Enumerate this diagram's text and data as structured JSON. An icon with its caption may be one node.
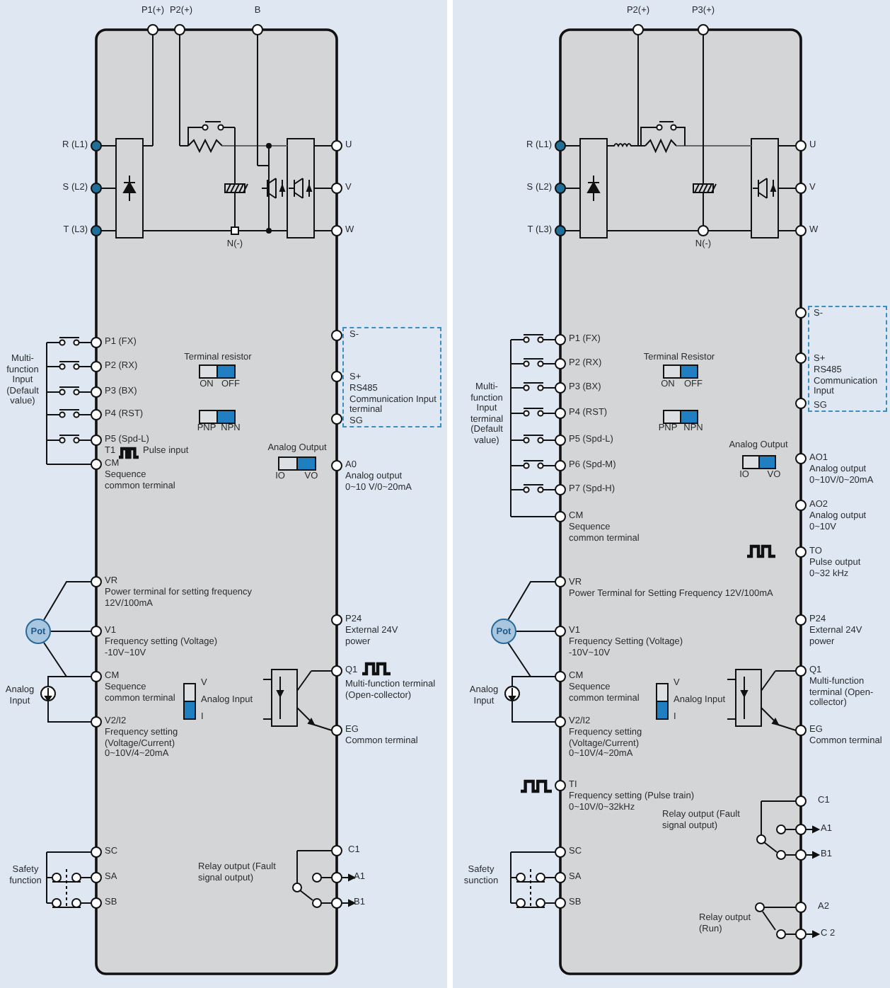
{
  "diagram": {
    "nodes": [
      {
        "text": [
          "Pot"
        ]
      },
      {
        "text": [
          "S-",
          "S+",
          "RS485 Communication Input terminal",
          "SG"
        ]
      },
      {
        "text": [
          "Pot"
        ]
      },
      {
        "text": [
          "S-",
          "S+",
          "RS485 Communication Input",
          "SG"
        ]
      }
    ],
    "labels": [
      "P1(+)",
      "P2(+)",
      "B",
      "R (L1)",
      "S (L2)",
      "T (L3)",
      "U",
      "V",
      "W",
      "N(-)",
      "P1 (FX)",
      "P2 (RX)",
      "P3 (BX)",
      "P4 (RST)",
      "P5 (Spd-L)",
      "T1",
      "Pulse input",
      "Multi-function Input (Default value)",
      "Terminal resistor",
      "ON",
      "OFF",
      "PNP",
      "NPN",
      "Analog Output",
      "IO",
      "VO",
      "CM",
      "Sequence common terminal",
      "A0",
      "Analog output 0~10 V/0~20mA",
      "VR",
      "Power terminal for setting frequency 12V/100mA",
      "V1",
      "Frequency setting (Voltage) -10V~10V",
      "P24",
      "External 24V power",
      "Analog Input",
      "CM",
      "Sequence common terminal",
      "Q1",
      "Multi-function terminal (Open-collector)",
      "V",
      "Analog Input",
      "I",
      "V2/I2",
      "Frequency setting (Voltage/Current) 0~10V/4~20mA",
      "EG",
      "Common terminal",
      "Safety function",
      "SC",
      "SA",
      "SB",
      "C1",
      "Relay output (Fault signal output)",
      "A1",
      "B1",
      "P2(+)",
      "P3(+)",
      "R (L1)",
      "S (L2)",
      "T (L3)",
      "U",
      "V",
      "W",
      "N(-)",
      "P1 (FX)",
      "P2 (RX)",
      "P3 (BX)",
      "P4 (RST)",
      "P5 (Spd-L)",
      "P6 (Spd-M)",
      "P7 (Spd-H)",
      "Multi-function Input terminal (Default value)",
      "Terminal Resistor",
      "ON",
      "OFF",
      "PNP",
      "NPN",
      "Analog Output",
      "IO",
      "VO",
      "CM",
      "Sequence common terminal",
      "AO1",
      "Analog output 0~10V/0~20mA",
      "AO2",
      "Analog output 0~10V",
      "TO",
      "Pulse output 0~32 kHz",
      "VR",
      "Power Terminal for Setting Frequency 12V/100mA",
      "V1",
      "Frequency Setting (Voltage) -10V~10V",
      "P24",
      "External 24V power",
      "Analog Input",
      "CM",
      "Sequence common terminal",
      "Q1",
      "Multi-function terminal (Open-collector)",
      "V",
      "Analog Input",
      "I",
      "V2/I2",
      "Frequency setting (Voltage/Current) 0~10V/4~20mA",
      "EG",
      "Common terminal",
      "TI",
      "Frequency setting (Pulse train) 0~10V/0~32kHz",
      "Safety sunction",
      "SC",
      "SA",
      "SB",
      "C1",
      "Relay output (Fault signal output)",
      "A1",
      "B1",
      "A2",
      "Relay output (Run)",
      "C 2"
    ]
  }
}
